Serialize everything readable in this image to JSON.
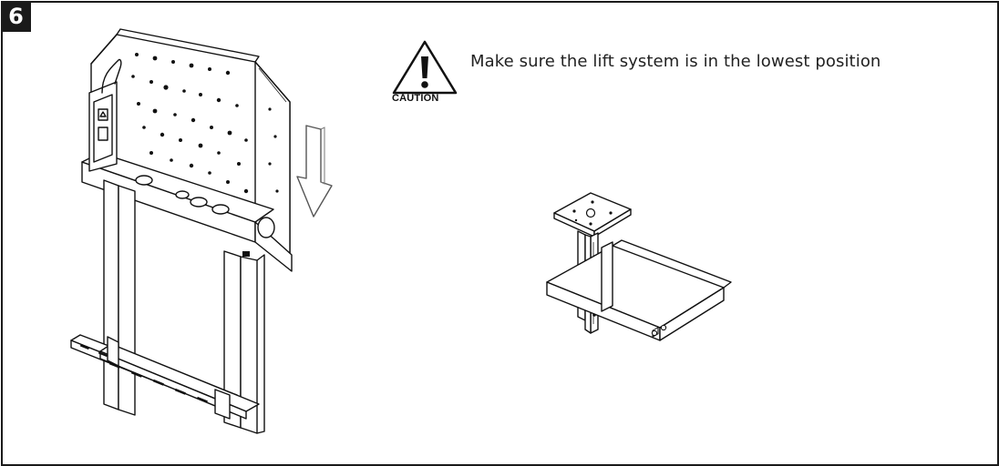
{
  "step": {
    "number": "6"
  },
  "caution": {
    "label": "CAUTION",
    "icon": "warning-triangle-icon"
  },
  "instruction": {
    "text": "Make sure the lift system is in the lowest position"
  },
  "illustrations": {
    "lift_frame": "lift-frame-illustration",
    "down_arrow": "down-arrow-icon",
    "shelf_assembly": "shelf-bracket-illustration"
  },
  "colors": {
    "ink": "#1a1a1a",
    "background": "#ffffff",
    "arrow_fill": "#ffffff"
  }
}
